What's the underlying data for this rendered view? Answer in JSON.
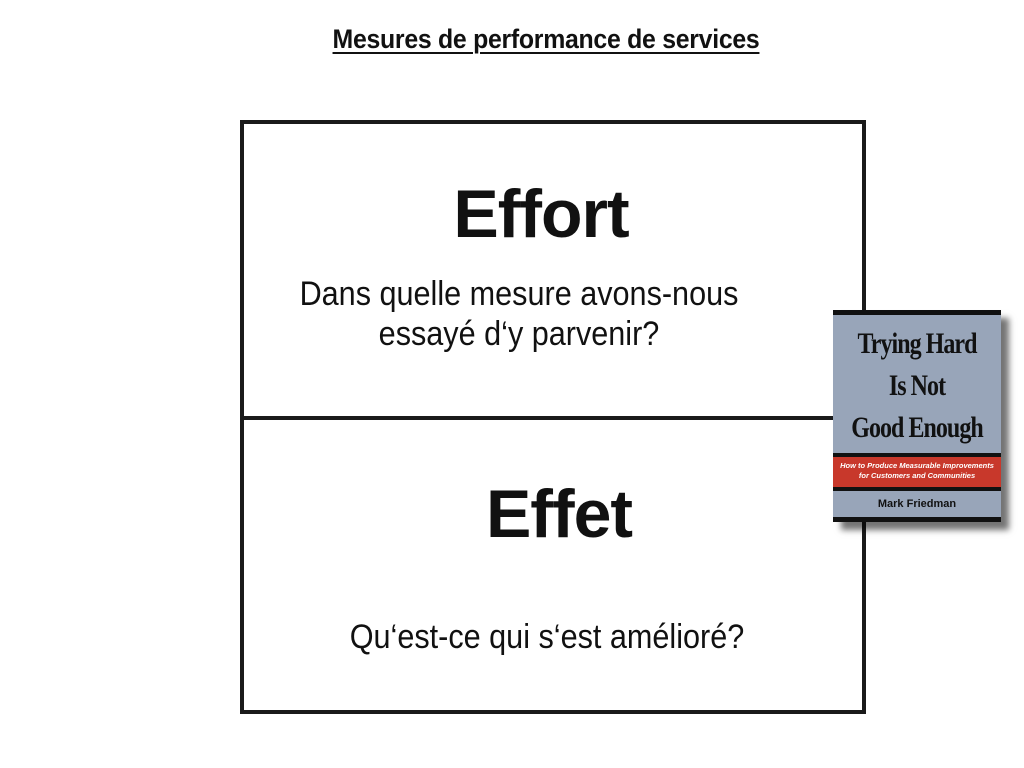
{
  "slide": {
    "title": "Mesures de performance de services"
  },
  "upper_box": {
    "heading": "Effort",
    "question_line1": "Dans quelle mesure avons-nous",
    "question_line2": "essayé d‘y parvenir?"
  },
  "lower_box": {
    "heading": "Effet",
    "question": "Qu‘est-ce qui s‘est amélioré?"
  },
  "book": {
    "title_line1": "Trying Hard",
    "title_line2": "Is Not",
    "title_line3": "Good Enough",
    "subtitle_line1": "How to Produce Measurable Improvements",
    "subtitle_line2": "for Customers and Communities",
    "author": "Mark Friedman",
    "colors": {
      "cover": "#98a5b9",
      "band": "#c8382b",
      "text": "#111111"
    }
  }
}
